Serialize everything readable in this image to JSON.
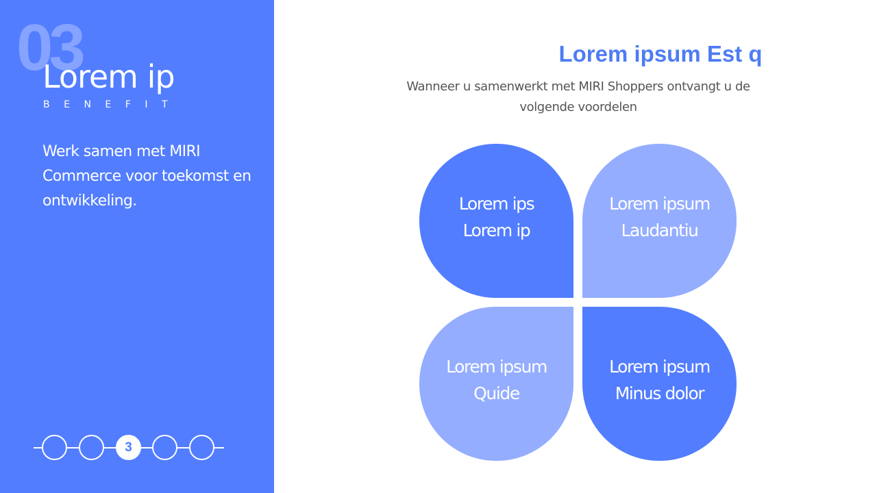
{
  "sidebar": {
    "section_number": "03",
    "title": "Lorem ip",
    "subtitle": "BENEFIT",
    "description": "Werk samen met MIRI Commerce voor toekomst en ontwikkeling.",
    "background_color": "#527dff"
  },
  "stepper": {
    "steps": [
      {
        "label": ""
      },
      {
        "label": ""
      },
      {
        "label": "3"
      },
      {
        "label": ""
      },
      {
        "label": ""
      }
    ],
    "active_index": 2
  },
  "main": {
    "title": "Lorem ipsum Est q",
    "subtitle": "Wanneer u samenwerkt met MIRI Shoppers ontvangt u de volgende voordelen",
    "title_color": "#4f7cf4"
  },
  "petals": [
    {
      "line1": "Lorem ips",
      "line2": "Lorem ip",
      "color": "#527dff"
    },
    {
      "line1": "Lorem ipsum",
      "line2": "Laudantiu",
      "color": "#94adff"
    },
    {
      "line1": "Lorem ipsum",
      "line2": "Quide",
      "color": "#94adff"
    },
    {
      "line1": "Lorem ipsum",
      "line2": "Minus dolor",
      "color": "#527dff"
    }
  ]
}
